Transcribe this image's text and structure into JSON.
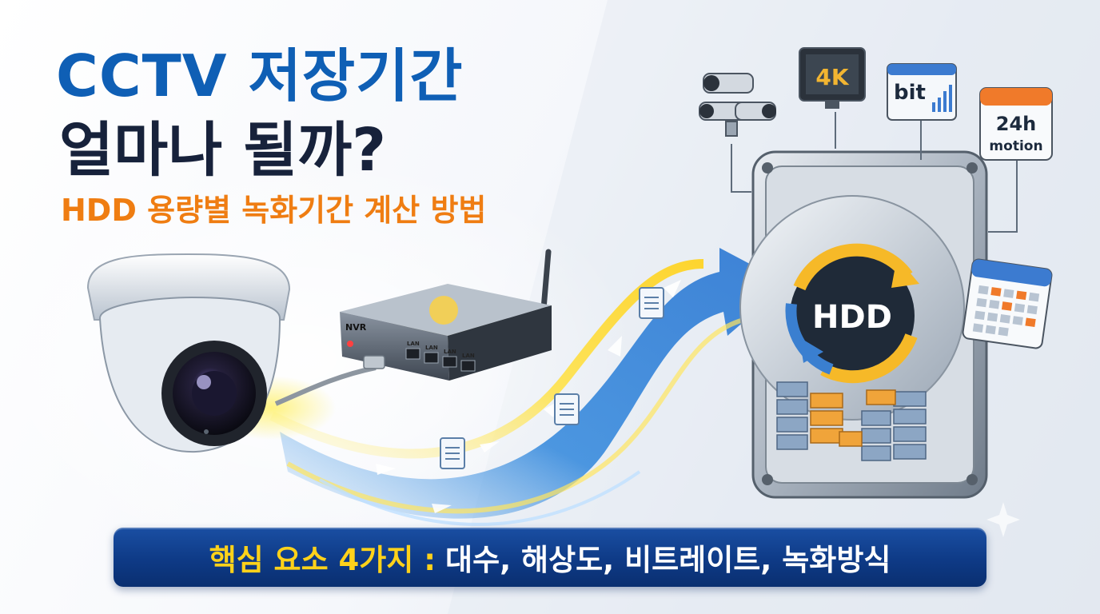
{
  "title": {
    "line1": "CCTV 저장기간",
    "line2": "얼마나 될까?",
    "subtitle": "HDD 용량별 녹화기간 계산 방법"
  },
  "banner": {
    "prefix": "핵심 요소 4가지 :",
    "items": "대수, 해상도, 비트레이트, 녹화방식"
  },
  "nvr": {
    "label": "NVR",
    "port_labels": [
      "LAN",
      "LAN",
      "LAN",
      "LAN"
    ]
  },
  "icons": {
    "resolution": "4K",
    "bitrate": "bit",
    "schedule_line1": "24h",
    "schedule_line2": "motion"
  },
  "hdd": {
    "label": "HDD"
  },
  "colors": {
    "title_blue": "#0f5fb5",
    "title_dark": "#17223b",
    "subtitle_orange": "#ef7d12",
    "banner_blue": "#0e3a86",
    "banner_yellow": "#ffd21a"
  }
}
